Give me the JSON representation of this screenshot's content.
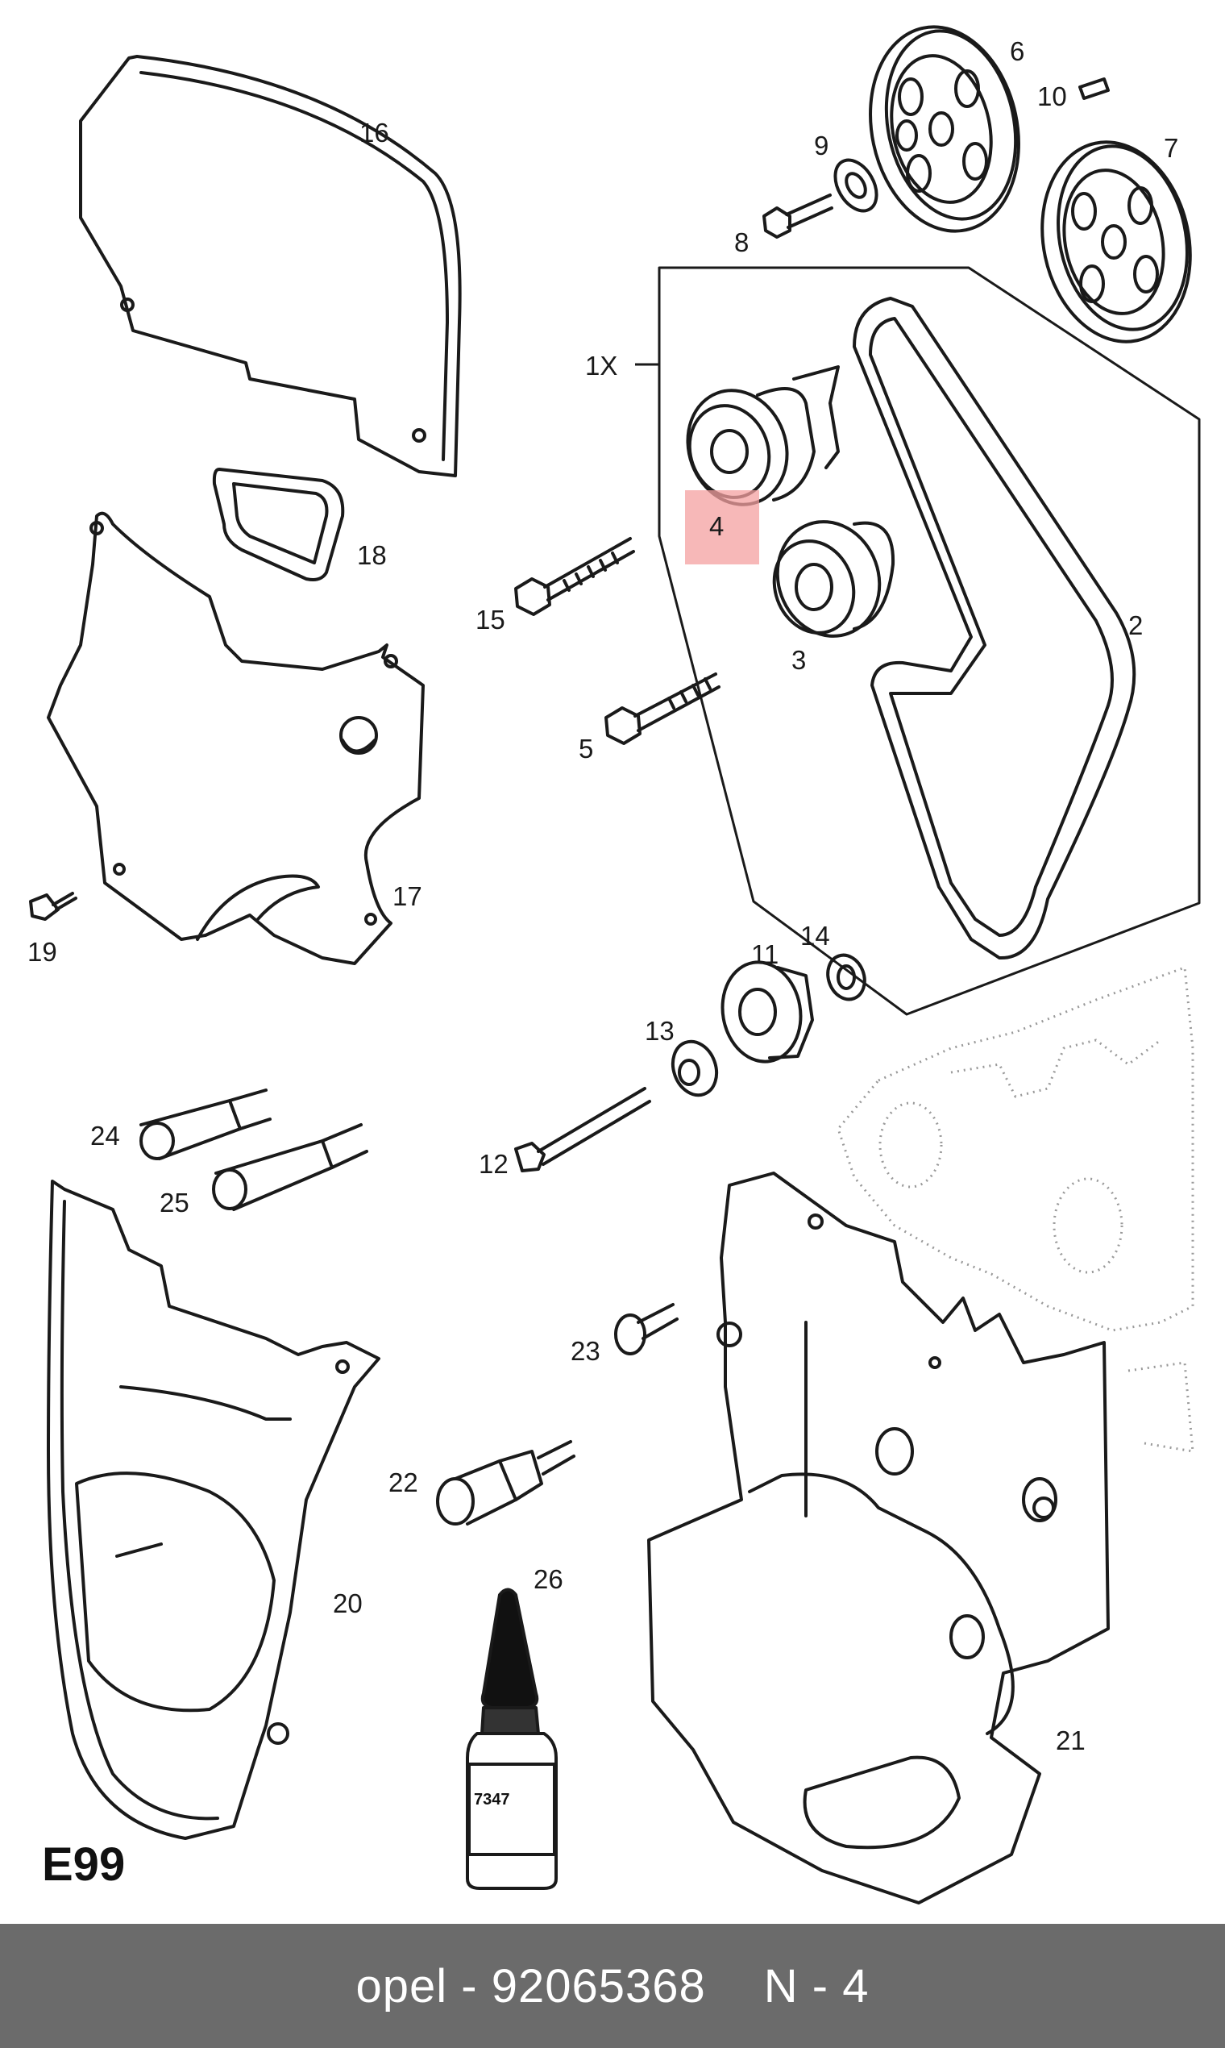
{
  "diagram": {
    "code": "E99",
    "highlight_color": "#f4a0a0",
    "line_color": "#1a1a1a",
    "background_color": "#6b6b6b",
    "callouts": {
      "c1x": "1X",
      "c2": "2",
      "c3": "3",
      "c4": "4",
      "c5": "5",
      "c6": "6",
      "c7": "7",
      "c8": "8",
      "c9": "9",
      "c10": "10",
      "c11": "11",
      "c12": "12",
      "c13": "13",
      "c14": "14",
      "c15": "15",
      "c16": "16",
      "c17": "17",
      "c18": "18",
      "c19": "19",
      "c20": "20",
      "c21": "21",
      "c22": "22",
      "c23": "23",
      "c24": "24",
      "c25": "25",
      "c26": "26"
    },
    "bottle_label": "7347"
  },
  "footer": {
    "brand_part": "opel - 92065368",
    "position": "N - 4"
  }
}
